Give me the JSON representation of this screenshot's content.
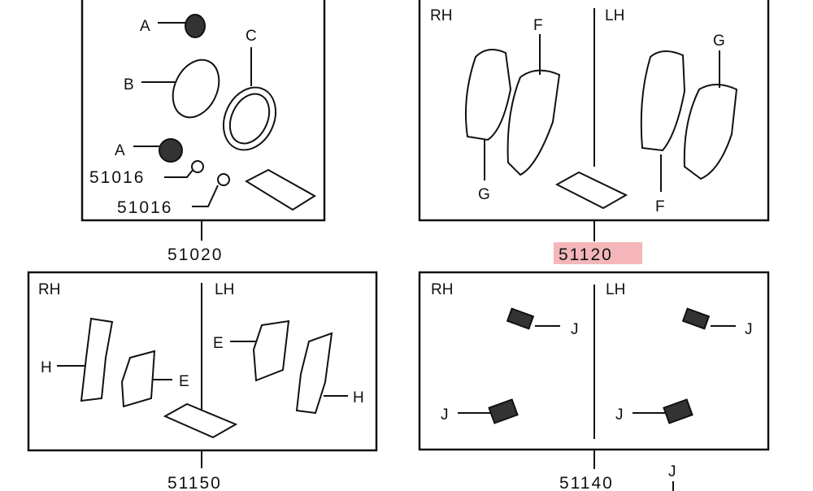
{
  "groups": [
    {
      "part_number": "51020",
      "callouts": {
        "a1": "A",
        "b": "B",
        "c": "C",
        "a2": "A",
        "s1": "51016",
        "s2": "51016"
      }
    },
    {
      "part_number": "51120",
      "highlighted": true,
      "highlight_color": "#f4b6b8",
      "side_rh": "RH",
      "side_lh": "LH",
      "callouts": {
        "f1": "F",
        "g1": "G",
        "g2": "G",
        "f2": "F"
      }
    },
    {
      "part_number": "51150",
      "side_rh": "RH",
      "side_lh": "LH",
      "callouts": {
        "h1": "H",
        "e1": "E",
        "e2": "E",
        "h2": "H"
      }
    },
    {
      "part_number": "51140",
      "side_rh": "RH",
      "side_lh": "LH",
      "callouts": {
        "j1": "J",
        "j2": "J",
        "j3": "J",
        "j4": "J",
        "j5": "J"
      }
    }
  ]
}
